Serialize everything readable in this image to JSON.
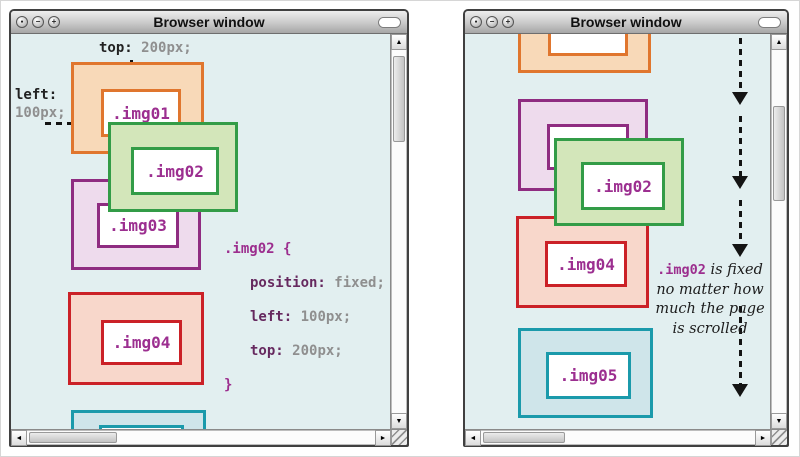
{
  "window_title": "Browser window",
  "window_controls": {
    "glyph_dot": "●",
    "glyph_minus": "−",
    "glyph_plus": "+"
  },
  "scrollbar_glyphs": {
    "up": "▲",
    "down": "▼",
    "left": "◄",
    "right": "►"
  },
  "labels": {
    "img01": ".img01",
    "img02": ".img02",
    "img03": ".img03",
    "img04": ".img04",
    "img05": ".img05"
  },
  "left_window": {
    "annotation_top": {
      "property": "top:",
      "value": "200px;"
    },
    "annotation_left": {
      "property": "left:",
      "value": "100px;"
    },
    "code": {
      "selector": ".img02 {",
      "lines": [
        {
          "property": "position:",
          "value": "fixed;"
        },
        {
          "property": "left:",
          "value": "100px;"
        },
        {
          "property": "top:",
          "value": "200px;"
        }
      ],
      "closing_brace": "}"
    }
  },
  "right_window": {
    "note": {
      "code_ref": ".img02",
      "line1_rest": "is fixed",
      "line2": "no matter how",
      "line3": "much the page",
      "line4": "is scrolled"
    }
  },
  "colors": {
    "content_background": "#e2eff0",
    "orange_border": "#e0762e",
    "orange_fill": "#f8d9b8",
    "green_border": "#339c47",
    "green_fill": "#d3e6ba",
    "purple_border": "#8f2c81",
    "purple_fill": "#eedbed",
    "red_border": "#cb2127",
    "red_fill": "#f8d7cb",
    "teal_border": "#1b9aab",
    "teal_fill": "#cfe5ea",
    "label_text": "#9c2f90",
    "code_selector": "#9c2e8e",
    "code_property": "#66295f",
    "code_value": "#8f8f8f",
    "annotation_property": "#222222",
    "arrow": "#141414"
  }
}
